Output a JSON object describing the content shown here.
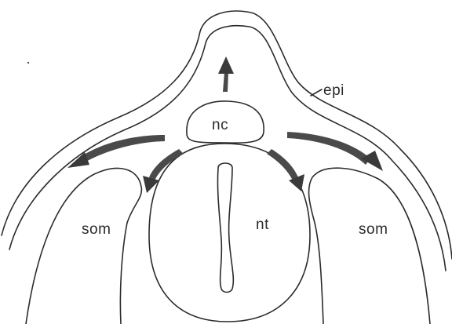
{
  "labels": {
    "epi": "epi",
    "nc": "nc",
    "nt": "nt",
    "som_left": "som",
    "som_right": "som"
  },
  "colors": {
    "line": "#2b2b2b",
    "arrow": "#4a4a4a",
    "background": "#ffffff"
  }
}
